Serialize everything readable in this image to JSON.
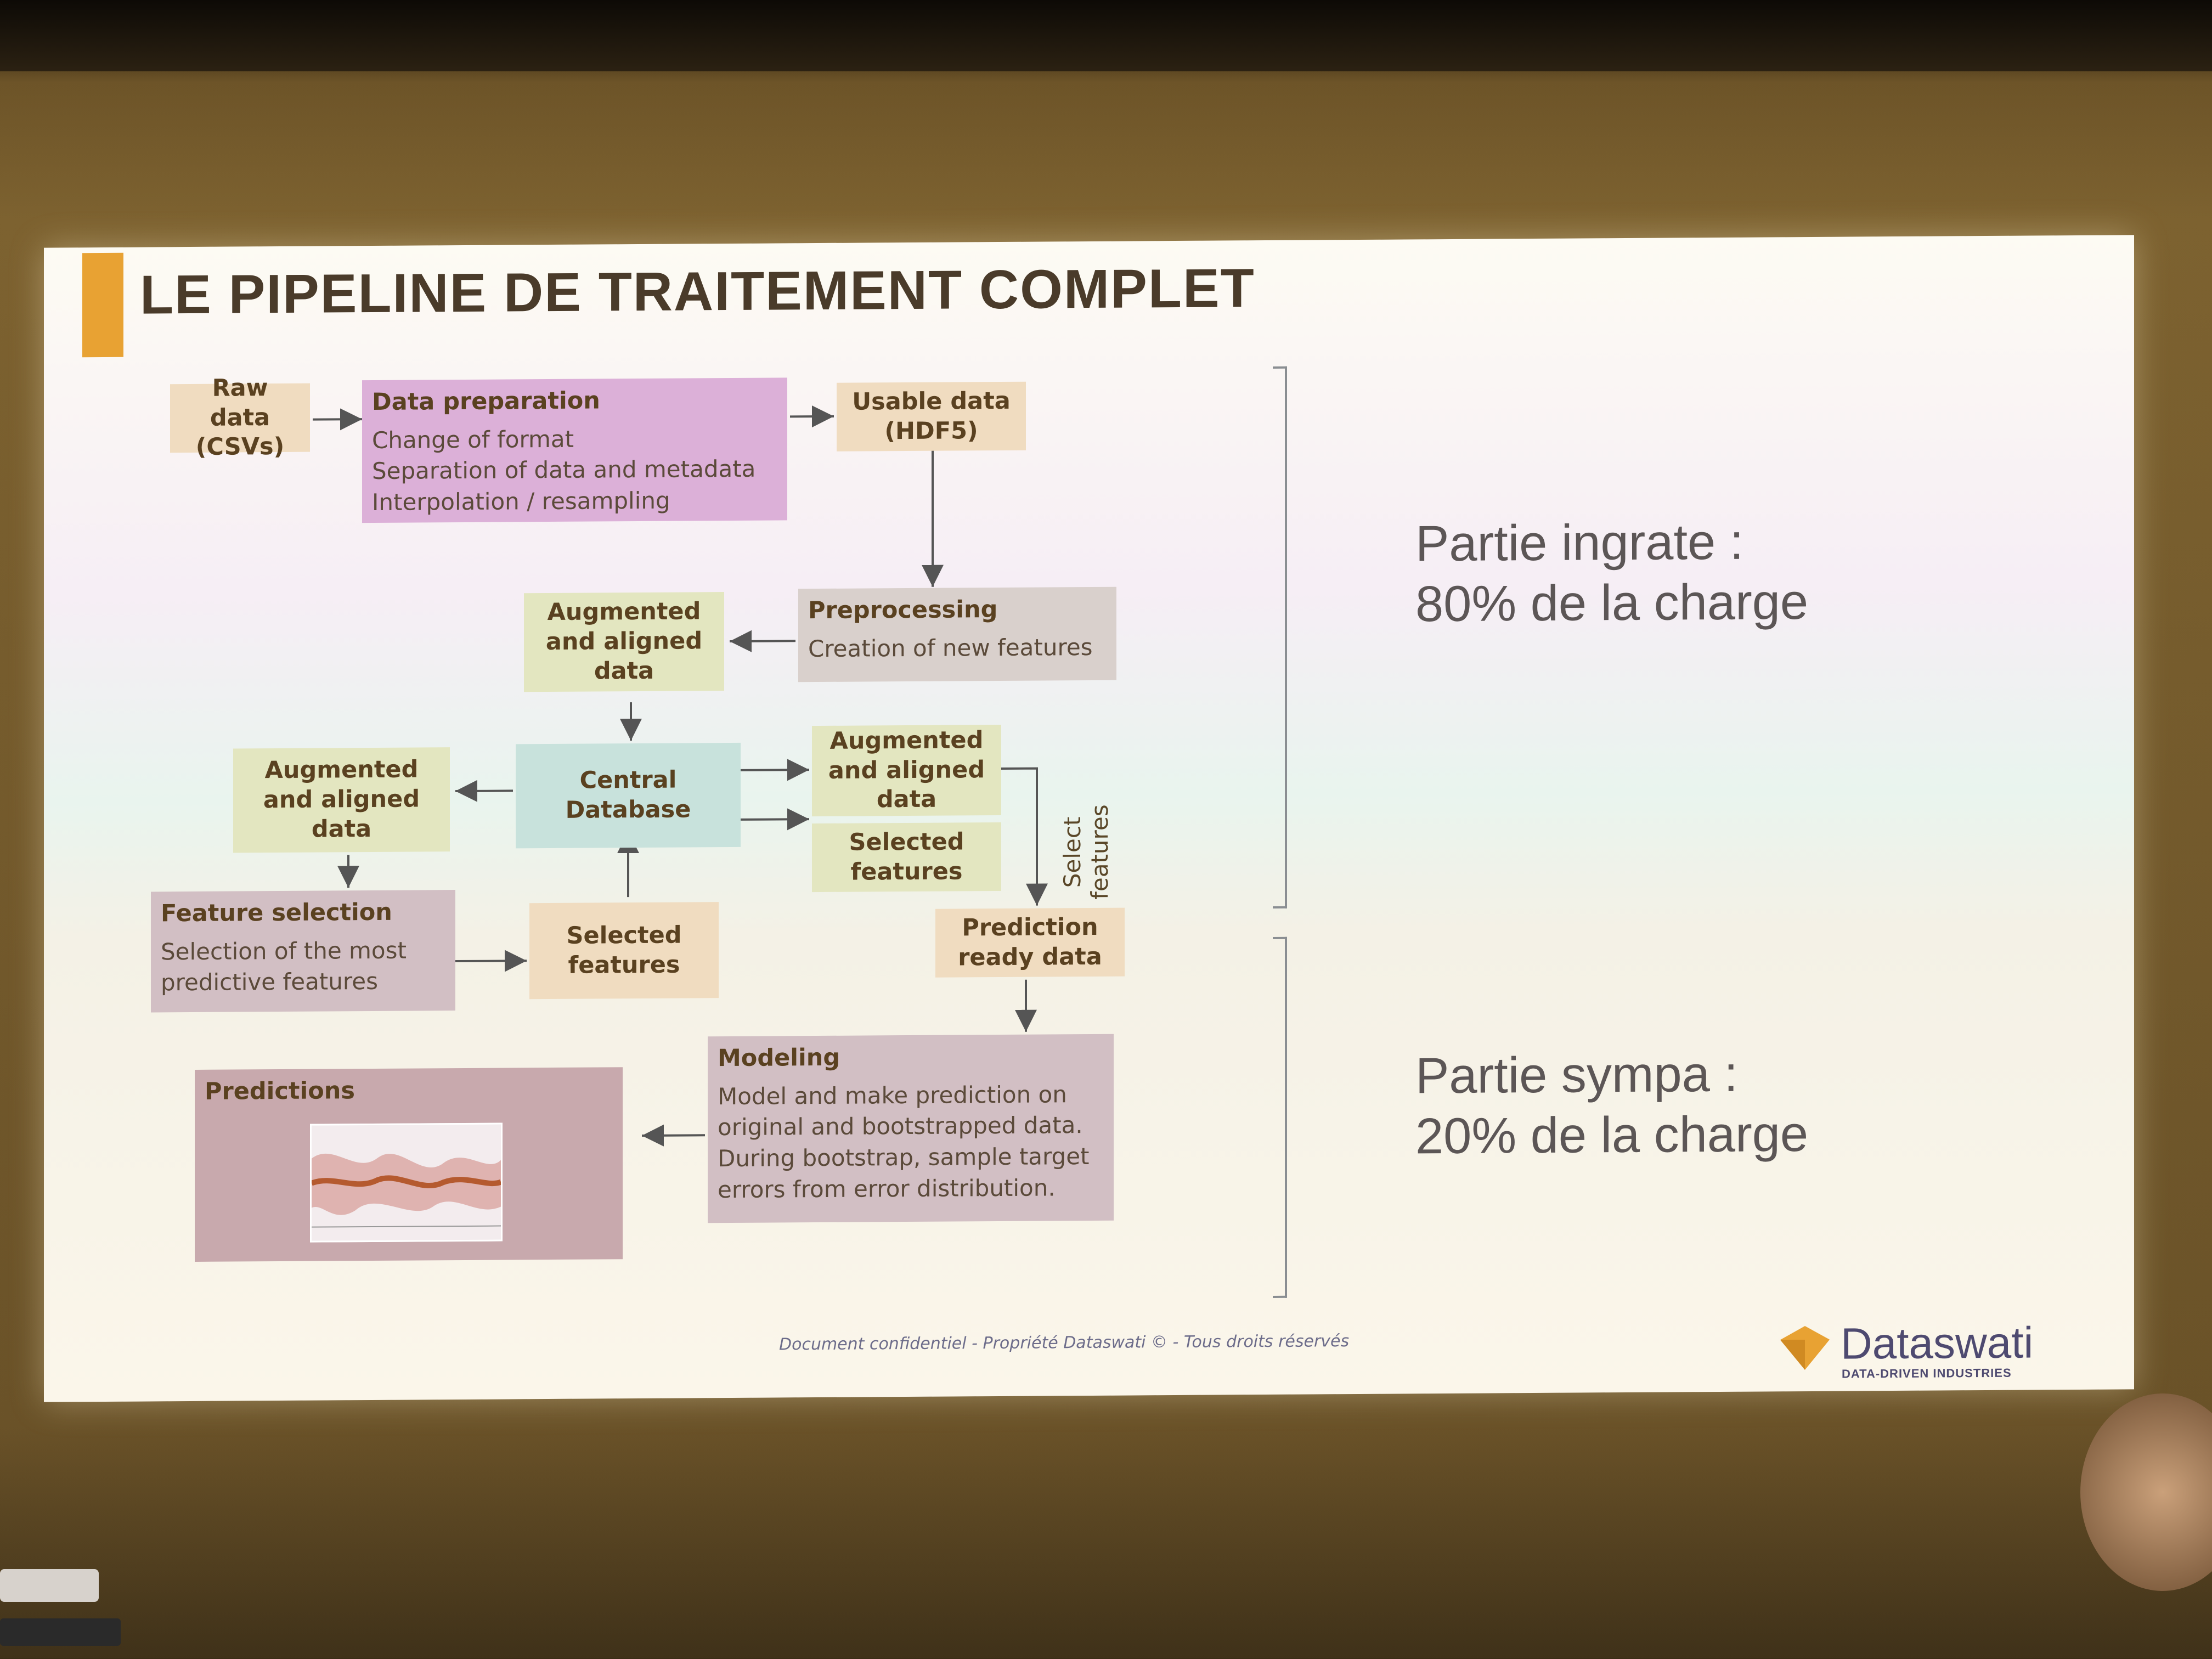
{
  "slide": {
    "title": "LE PIPELINE DE TRAITEMENT COMPLET",
    "boxes": {
      "raw_data": {
        "title": "Raw data\n(CSVs)"
      },
      "data_preparation": {
        "title": "Data preparation",
        "lines": [
          "Change of format",
          "Separation of data and metadata",
          "Interpolation / resampling"
        ]
      },
      "usable_data": {
        "title": "Usable data\n(HDF5)"
      },
      "preprocessing": {
        "title": "Preprocessing",
        "lines": [
          "Creation of new features"
        ]
      },
      "augmented_top": {
        "title": "Augmented\nand aligned\ndata"
      },
      "central_database": {
        "title": "Central\nDatabase"
      },
      "augmented_left": {
        "title": "Augmented\nand aligned\ndata"
      },
      "augmented_right": {
        "title": "Augmented\nand aligned\ndata"
      },
      "selected_features_right": {
        "title": "Selected\nfeatures"
      },
      "select_features_label": "Select\nfeatures",
      "feature_selection": {
        "title": "Feature selection",
        "lines": [
          "Selection of the most",
          "predictive features"
        ]
      },
      "selected_features_mid": {
        "title": "Selected\nfeatures"
      },
      "prediction_ready": {
        "title": "Prediction\nready data"
      },
      "modeling": {
        "title": "Modeling",
        "lines": [
          "Model and make prediction on",
          "original and bootstrapped data.",
          "During bootstrap, sample target",
          "errors from error distribution."
        ]
      },
      "predictions": {
        "title": "Predictions"
      }
    },
    "side_notes": {
      "top": [
        "Partie ingrate :",
        "80% de la charge"
      ],
      "bottom": [
        "Partie sympa :",
        "20% de la charge"
      ]
    },
    "footer": "Document confidentiel - Propriété Dataswati © - Tous droits réservés",
    "logo": {
      "name": "Dataswati",
      "tagline": "DATA-DRIVEN INDUSTRIES"
    }
  },
  "colors": {
    "accent": "#e8a233",
    "title": "#4a3b2a",
    "logo": "#4e4a70"
  }
}
